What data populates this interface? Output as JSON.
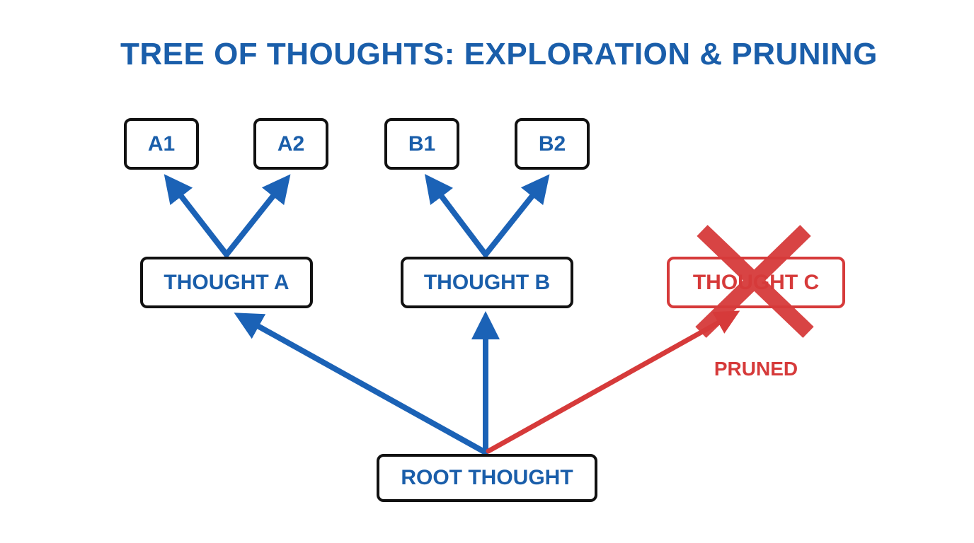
{
  "title": "TREE OF THOUGHTS: EXPLORATION & PRUNING",
  "colors": {
    "title": "#1a5eaa",
    "node_text": "#1a5eaa",
    "node_border": "#111111",
    "explored_edge": "#1b62b6",
    "pruned": "#d63a3a"
  },
  "nodes": {
    "root": "ROOT THOUGHT",
    "thought_a": "THOUGHT A",
    "thought_b": "THOUGHT B",
    "thought_c": "THOUGHT C",
    "a1": "A1",
    "a2": "A2",
    "b1": "B1",
    "b2": "B2"
  },
  "pruned_label": "PRUNED"
}
